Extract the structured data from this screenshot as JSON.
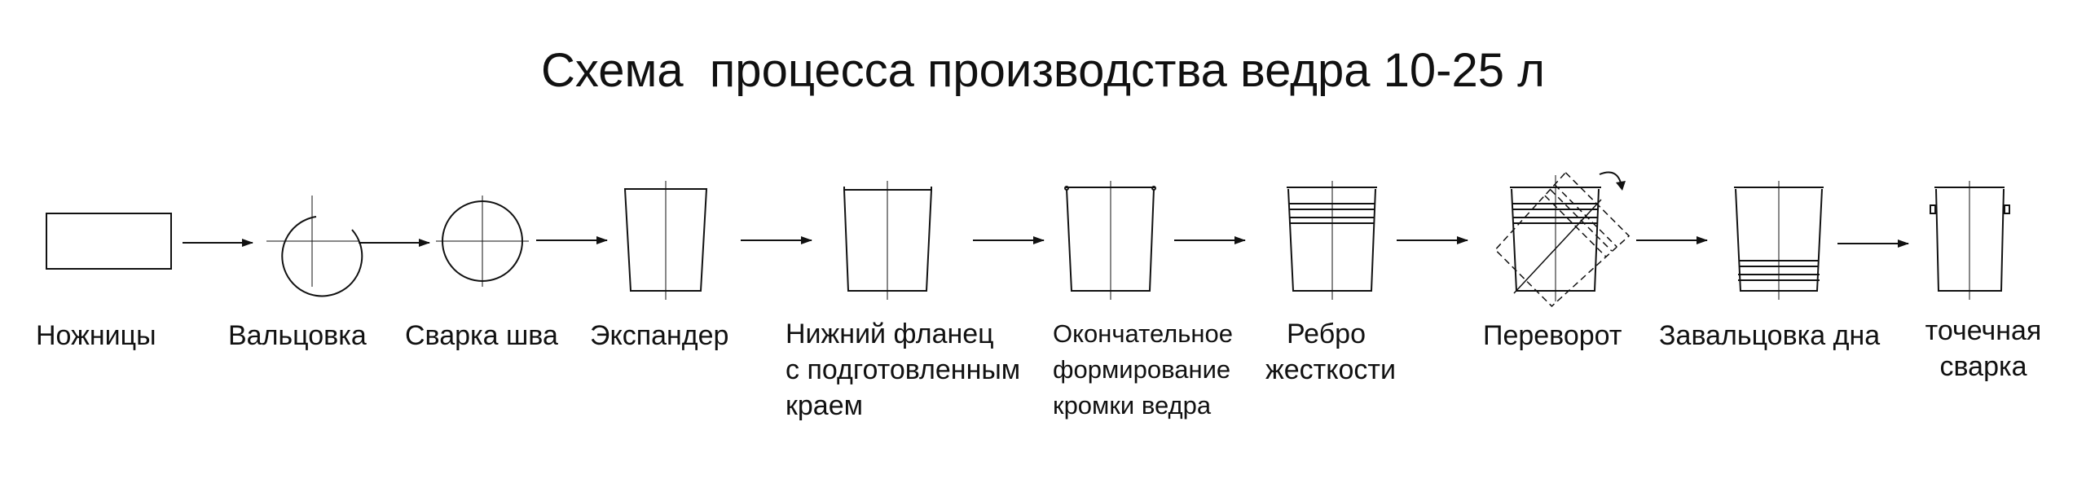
{
  "title": "Схема  процесса производства ведра 10-25 л",
  "steps": [
    {
      "id": "nozhnitsy",
      "lines": [
        "Ножницы"
      ]
    },
    {
      "id": "valtsovka",
      "lines": [
        "Вальцовка"
      ]
    },
    {
      "id": "svarka-shva",
      "lines": [
        "Сварка шва"
      ]
    },
    {
      "id": "ekspander",
      "lines": [
        "Экспандер"
      ]
    },
    {
      "id": "nizhniy-flanets",
      "lines": [
        "Нижний фланец",
        "с подготовленным",
        "краем"
      ]
    },
    {
      "id": "okonchatelnoe-formirovanie",
      "lines": [
        "Окончательное",
        "формирование",
        "кромки ведра"
      ]
    },
    {
      "id": "rebro-zhestkosti",
      "lines": [
        "Ребро",
        "жесткости"
      ]
    },
    {
      "id": "perevorot",
      "lines": [
        "Переворот"
      ]
    },
    {
      "id": "zavaltsovka-dna",
      "lines": [
        "Завальцовка дна"
      ]
    },
    {
      "id": "tochechnaya-svarka",
      "lines": [
        "точечная",
        "сварка"
      ]
    }
  ],
  "colors": {
    "line": "#111111",
    "background": "#ffffff"
  }
}
